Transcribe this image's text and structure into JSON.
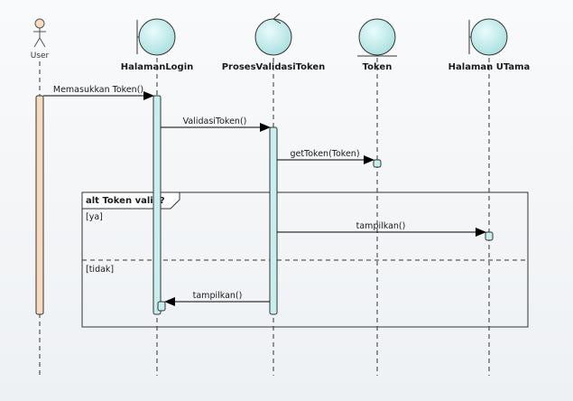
{
  "participants": {
    "user": "User",
    "halaman_login": "HalamanLogin",
    "proses_validasi": "ProsesValidasiToken",
    "token": "Token",
    "halaman_utama": "Halaman UTama"
  },
  "messages": {
    "m1": "Memasukkan Token()",
    "m2": "ValidasiToken()",
    "m3": "getToken(Token)",
    "m4": "tampilkan()",
    "m5": "tampilkan()"
  },
  "fragment": {
    "title": "alt Token valid?",
    "guard1": "[ya]",
    "guard2": "[tidak]"
  },
  "colors": {
    "boundary_fill": "#c9eeee",
    "activation_fill": "#c9eeee",
    "actor_fill": "#f9dcbd"
  }
}
